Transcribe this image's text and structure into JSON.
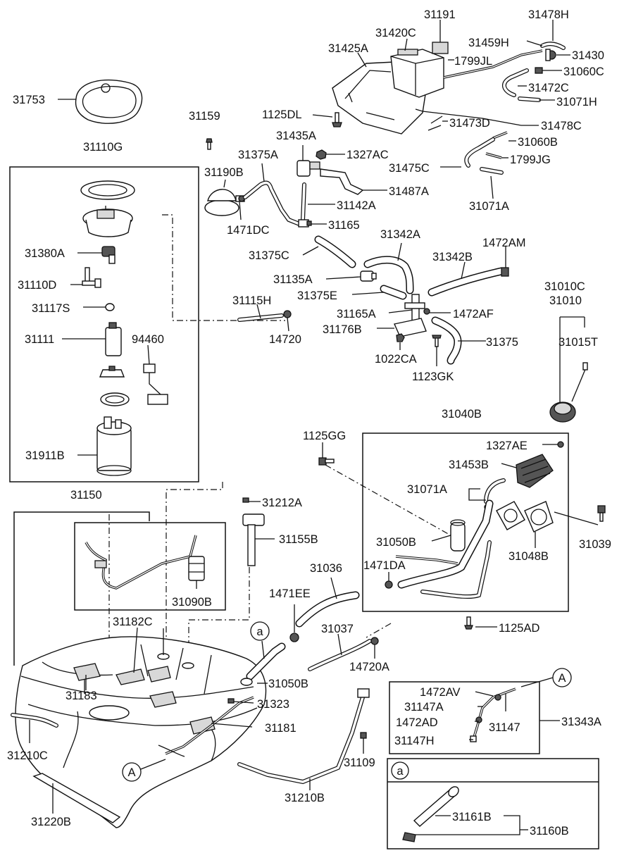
{
  "labels": {
    "l31753": "31753",
    "l31159": "31159",
    "l31110G": "31110G",
    "l31380A": "31380A",
    "l31110D": "31110D",
    "l31117S": "31117S",
    "l31111": "31111",
    "l94460": "94460",
    "l31911B": "31911B",
    "l31191": "31191",
    "l31420C": "31420C",
    "l31425A": "31425A",
    "l1799JL": "1799JL",
    "l31459H": "31459H",
    "l31478H": "31478H",
    "l31430": "31430",
    "l31060C": "31060C",
    "l31472C": "31472C",
    "l31071H": "31071H",
    "l1125DL": "1125DL",
    "l31473D": "31473D",
    "l31478C": "31478C",
    "l31435A": "31435A",
    "l31060B": "31060B",
    "l1327AC": "1327AC",
    "l1799JG": "1799JG",
    "l31375A": "31375A",
    "l31475C": "31475C",
    "l31190B": "31190B",
    "l31487A": "31487A",
    "l31071A_top": "31071A",
    "l31142A": "31142A",
    "l31165": "31165",
    "l1471DC": "1471DC",
    "l31342A": "31342A",
    "l1472AM": "1472AM",
    "l31375C": "31375C",
    "l31342B": "31342B",
    "l31135A": "31135A",
    "l31375E": "31375E",
    "l31010C": "31010C",
    "l31010": "31010",
    "l31115H": "31115H",
    "l31165A": "31165A",
    "l1472AF": "1472AF",
    "l31176B": "31176B",
    "l31375": "31375",
    "l31015T": "31015T",
    "l14720": "14720",
    "l1022CA": "1022CA",
    "l1123GK": "1123GK",
    "l31040B": "31040B",
    "l1125GG": "1125GG",
    "l1327AE": "1327AE",
    "l31453B": "31453B",
    "l31071A_mid": "31071A",
    "l31150": "31150",
    "l31212A": "31212A",
    "l31155B": "31155B",
    "l31050B_mid": "31050B",
    "l31048B": "31048B",
    "l31039": "31039",
    "l31036": "31036",
    "l1471DA": "1471DA",
    "l31090B": "31090B",
    "l1471EE": "1471EE",
    "l31182C": "31182C",
    "l1125AD": "1125AD",
    "l31037": "31037",
    "l31183": "31183",
    "l31050B_low": "31050B",
    "l14720A": "14720A",
    "l31323": "31323",
    "l31181": "31181",
    "l1472AV": "1472AV",
    "l31147A": "31147A",
    "l1472AD": "1472AD",
    "l31147": "31147",
    "l31343A": "31343A",
    "l31147H": "31147H",
    "l31210C": "31210C",
    "l31109": "31109",
    "l31210B": "31210B",
    "l31220B": "31220B",
    "l31161B": "31161B",
    "l31160B": "31160B"
  },
  "markers": {
    "ref_a_upper": "a",
    "ref_A_tank": "A",
    "ref_A_right": "A",
    "ref_a_box": "a"
  }
}
